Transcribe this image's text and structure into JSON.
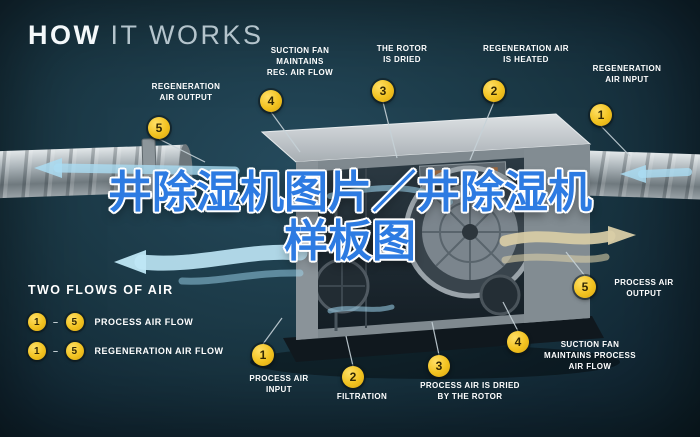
{
  "title": {
    "strong": "HOW",
    "light": "IT WORKS"
  },
  "watermark": {
    "line1": "井除湿机图片／井除湿机",
    "line2": "样板图"
  },
  "legend": {
    "heading": "TWO FLOWS OF AIR",
    "rows": [
      {
        "from": "1",
        "dash": "–",
        "to": "5",
        "label": "PROCESS AIR FLOW"
      },
      {
        "from": "1",
        "dash": "–",
        "to": "5",
        "label": "REGENERATION AIR FLOW"
      }
    ]
  },
  "callouts": {
    "reg_output": {
      "num": "5",
      "label": "REGENERATION\nAIR OUTPUT"
    },
    "reg_fan": {
      "num": "4",
      "label": "SUCTION FAN\nMAINTAINS\nREG. AIR FLOW"
    },
    "rotor_dried": {
      "num": "3",
      "label": "THE ROTOR\nIS DRIED"
    },
    "reg_heated": {
      "num": "2",
      "label": "REGENERATION AIR\nIS HEATED"
    },
    "reg_input": {
      "num": "1",
      "label": "REGENERATION\nAIR INPUT"
    },
    "proc_output": {
      "num": "5",
      "label": "PROCESS AIR\nOUTPUT"
    },
    "proc_input": {
      "num": "1",
      "label": "PROCESS AIR\nINPUT"
    },
    "filtration": {
      "num": "2",
      "label": "FILTRATION"
    },
    "proc_dried": {
      "num": "3",
      "label": "PROCESS AIR IS DRIED\nBY THE ROTOR"
    },
    "proc_fan": {
      "num": "4",
      "label": "SUCTION FAN\nMAINTAINS PROCESS\nAIR FLOW"
    }
  },
  "colors": {
    "background": "#1A3744",
    "badge_yellow": "#F2C21F",
    "watermark_blue": "#2D7BE2",
    "flow_blue": "#AEDFF2",
    "flow_tan": "#D9CDA6"
  }
}
